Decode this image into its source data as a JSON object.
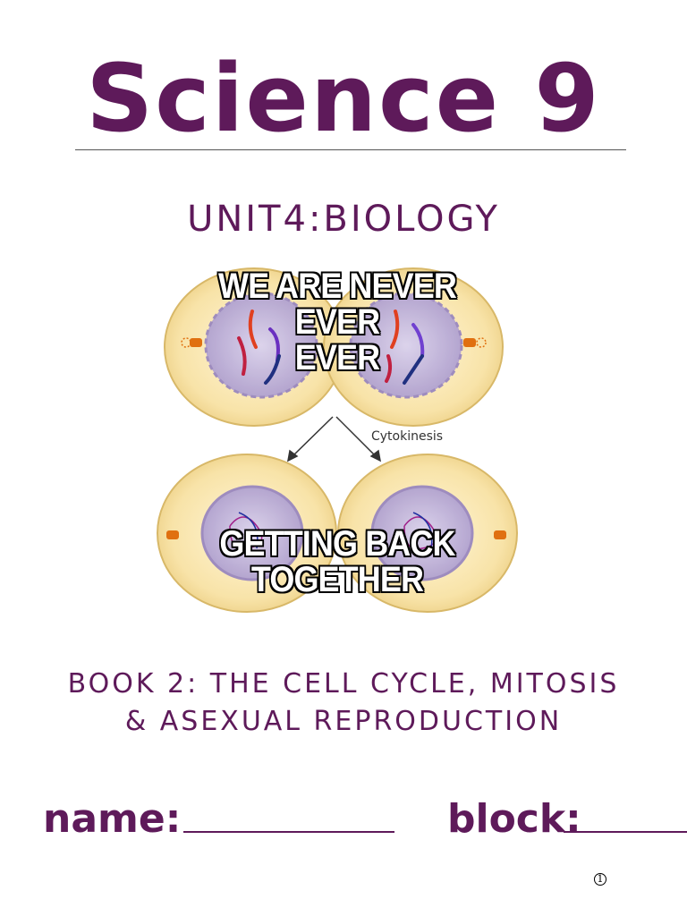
{
  "title": "Science 9",
  "unit": "UNIT4:BIOLOGY",
  "meme": {
    "top_text_line1": "WE ARE NEVER EVER",
    "top_text_line2": "EVER",
    "diagram_label": "Cytokinesis",
    "bottom_text_line1": "GETTING BACK",
    "bottom_text_line2": "TOGETHER"
  },
  "book_line1": "BOOK 2: THE CELL CYCLE, MITOSIS",
  "book_line2": "& ASEXUAL REPRODUCTION",
  "fields": {
    "name_label": "name:",
    "block_label": "block:"
  },
  "page_number": "1",
  "colors": {
    "purple": "#5e1a5a",
    "cell_fill": "#f8e3a8",
    "nucleus": "#b7a6d9"
  }
}
